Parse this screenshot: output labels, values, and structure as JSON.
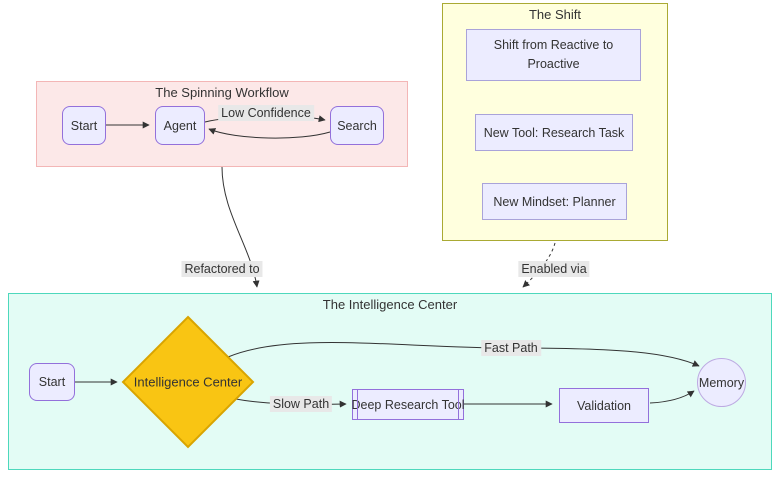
{
  "diagram": {
    "subgraphs": {
      "spinning": {
        "title": "The Spinning Workflow"
      },
      "shift": {
        "title": "The Shift"
      },
      "intelligence": {
        "title": "The Intelligence Center"
      }
    },
    "nodes": {
      "start1": "Start",
      "agent": "Agent",
      "search": "Search",
      "shift_reactive": "Shift from Reactive to Proactive",
      "new_tool": "New Tool: Research Task",
      "new_mindset": "New Mindset: Planner",
      "start2": "Start",
      "center": "Intelligence Center",
      "deep_research": "Deep Research Tool",
      "validation": "Validation",
      "memory": "Memory"
    },
    "edge_labels": {
      "low_confidence": "Low Confidence",
      "refactored_to": "Refactored to",
      "enabled_via": "Enabled via",
      "fast_path": "Fast Path",
      "slow_path": "Slow Path"
    },
    "colors": {
      "spinning_fill": "#fce8e8",
      "spinning_border": "#f3b6b6",
      "shift_fill": "#ffffde",
      "shift_border": "#aaaa33",
      "intelligence_fill": "#e3fcf5",
      "intelligence_border": "#4dd8bc",
      "node_fill": "#ececff",
      "node_border": "#9370db",
      "decision_fill": "#f9c513",
      "decision_border": "#d9a400",
      "edge_color": "#333333",
      "edge_label_bg": "#e8e8e8"
    }
  }
}
